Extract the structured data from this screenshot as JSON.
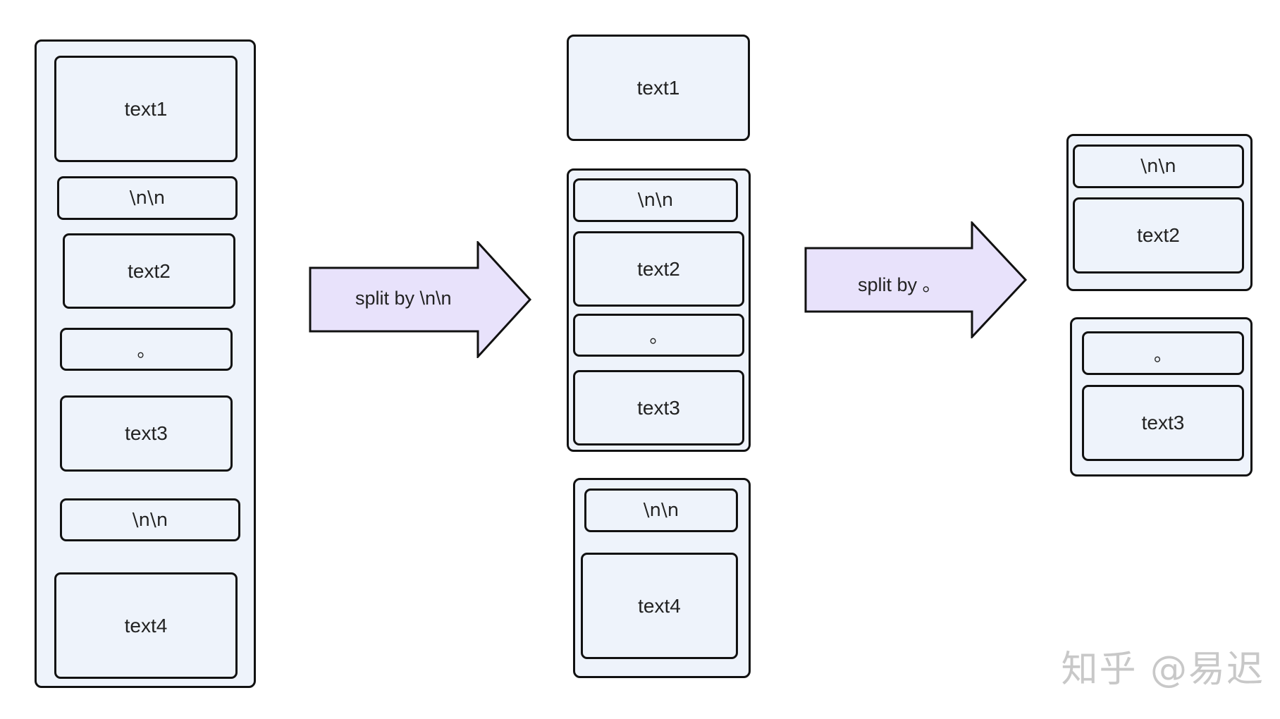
{
  "column1": {
    "items": [
      "text1",
      "\\n\\n",
      "text2",
      "。",
      "text3",
      "\\n\\n",
      "text4"
    ]
  },
  "arrow1": {
    "label": "split by \\n\\n"
  },
  "column2": {
    "chunk_a": [
      "text1"
    ],
    "chunk_b": [
      "\\n\\n",
      "text2",
      "。",
      "text3"
    ],
    "chunk_c": [
      "\\n\\n",
      "text4"
    ]
  },
  "arrow2": {
    "label": "split by 。"
  },
  "column3": {
    "chunk_a": [
      "\\n\\n",
      "text2"
    ],
    "chunk_b": [
      "。",
      "text3"
    ]
  },
  "watermark": "知乎 @易迟",
  "colors": {
    "box_fill": "#eef3fb",
    "arrow_fill": "#e8e2fb",
    "stroke": "#111111"
  }
}
